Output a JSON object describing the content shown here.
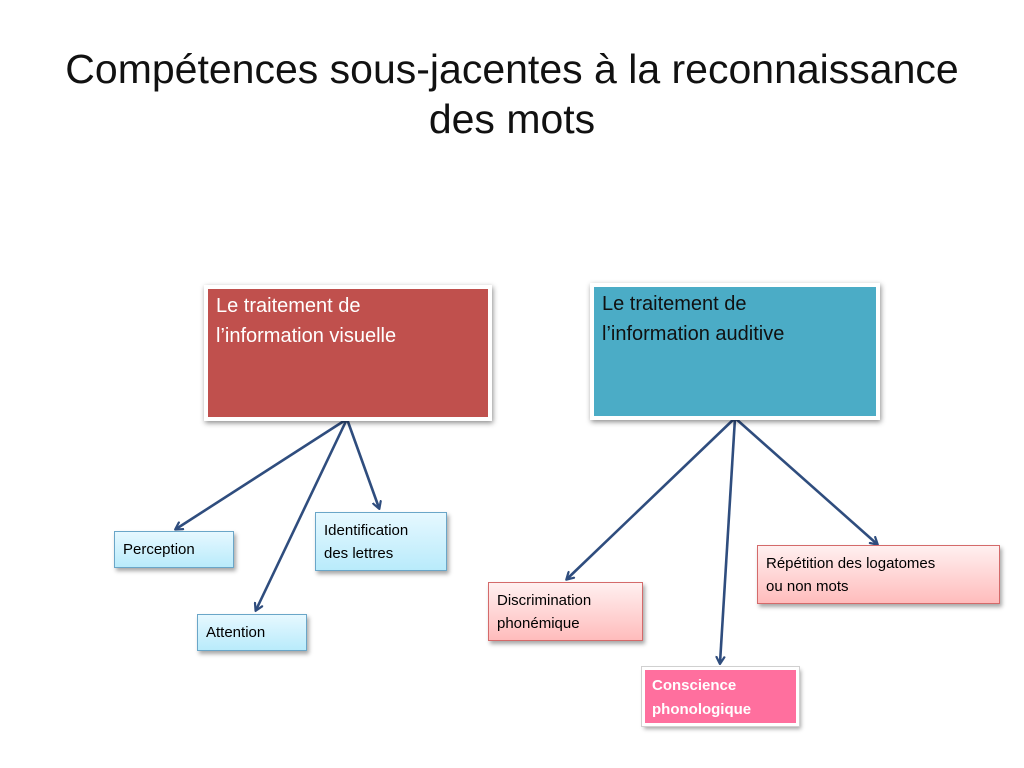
{
  "title": "Compétences sous-jacentes à la reconnaissance des mots",
  "title_lines": [
    "Compétences sous-jacentes à la reconnaissance",
    "des mots"
  ],
  "nodes": {
    "visual": {
      "label_lines": [
        "Le traitement de",
        "l’information visuelle"
      ],
      "color": "#c0504d"
    },
    "auditory": {
      "label_lines": [
        "Le traitement de",
        "l’information auditive"
      ],
      "color": "#4bacc6"
    },
    "perception": {
      "label": "Perception"
    },
    "identification": {
      "label_lines": [
        "Identification",
        "des lettres"
      ]
    },
    "attention": {
      "label": "Attention"
    },
    "discrimination": {
      "label_lines": [
        "Discrimination",
        "phonémique"
      ]
    },
    "repetition": {
      "label_lines": [
        "Répétition des logatomes",
        "ou non mots"
      ]
    },
    "conscience": {
      "label_lines": [
        "Conscience",
        "phonologique"
      ],
      "color": "#ff6f9e"
    }
  },
  "edges": [
    {
      "from": "visual",
      "to": "perception"
    },
    {
      "from": "visual",
      "to": "attention"
    },
    {
      "from": "visual",
      "to": "identification"
    },
    {
      "from": "auditory",
      "to": "discrimination"
    },
    {
      "from": "auditory",
      "to": "conscience"
    },
    {
      "from": "auditory",
      "to": "repetition"
    }
  ],
  "arrow_color": "#2f4d7e"
}
